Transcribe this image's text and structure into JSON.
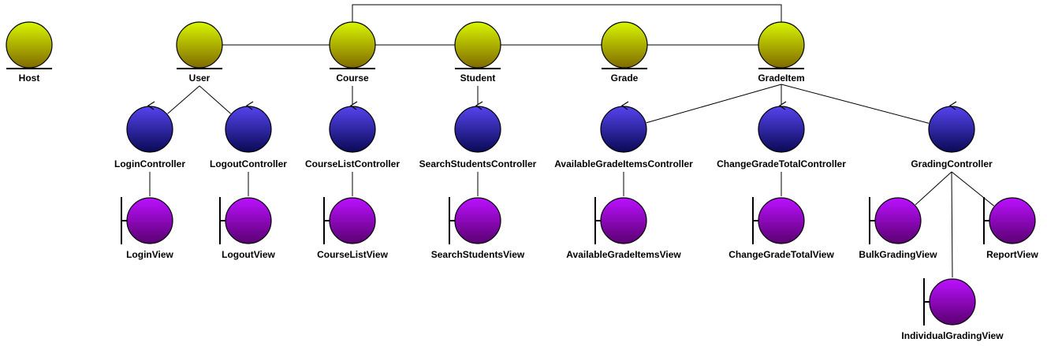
{
  "colors": {
    "entity_top": "#d8f500",
    "entity_bottom": "#806a00",
    "control_top": "#5544ee",
    "control_bottom": "#0a0a55",
    "boundary_top": "#bb10ff",
    "boundary_bottom": "#5a0070"
  },
  "nodes": [
    {
      "id": "host",
      "type": "entity",
      "label": "Host"
    },
    {
      "id": "user",
      "type": "entity",
      "label": "User"
    },
    {
      "id": "course",
      "type": "entity",
      "label": "Course"
    },
    {
      "id": "student",
      "type": "entity",
      "label": "Student"
    },
    {
      "id": "grade",
      "type": "entity",
      "label": "Grade"
    },
    {
      "id": "gradeitem",
      "type": "entity",
      "label": "GradeItem"
    },
    {
      "id": "login-controller",
      "type": "control",
      "label": "LoginController"
    },
    {
      "id": "logout-controller",
      "type": "control",
      "label": "LogoutController"
    },
    {
      "id": "course-list-controller",
      "type": "control",
      "label": "CourseListController"
    },
    {
      "id": "search-students-controller",
      "type": "control",
      "label": "SearchStudentsController"
    },
    {
      "id": "available-grade-items-controller",
      "type": "control",
      "label": "AvailableGradeItemsController"
    },
    {
      "id": "change-grade-total-controller",
      "type": "control",
      "label": "ChangeGradeTotalController"
    },
    {
      "id": "grading-controller",
      "type": "control",
      "label": "GradingController"
    },
    {
      "id": "login-view",
      "type": "boundary",
      "label": "LoginView"
    },
    {
      "id": "logout-view",
      "type": "boundary",
      "label": "LogoutView"
    },
    {
      "id": "course-list-view",
      "type": "boundary",
      "label": "CourseListView"
    },
    {
      "id": "search-students-view",
      "type": "boundary",
      "label": "SearchStudentsView"
    },
    {
      "id": "available-grade-items-view",
      "type": "boundary",
      "label": "AvailableGradeItemsView"
    },
    {
      "id": "change-grade-total-view",
      "type": "boundary",
      "label": "ChangeGradeTotalView"
    },
    {
      "id": "bulk-grading-view",
      "type": "boundary",
      "label": "BulkGradingView"
    },
    {
      "id": "report-view",
      "type": "boundary",
      "label": "ReportView"
    },
    {
      "id": "individual-grading-view",
      "type": "boundary",
      "label": "IndividualGradingView"
    }
  ],
  "edges": [
    [
      "user",
      "course"
    ],
    [
      "course",
      "student"
    ],
    [
      "student",
      "grade"
    ],
    [
      "grade",
      "gradeitem"
    ],
    [
      "course",
      "gradeitem"
    ],
    [
      "user",
      "login-controller"
    ],
    [
      "user",
      "logout-controller"
    ],
    [
      "course",
      "course-list-controller"
    ],
    [
      "student",
      "search-students-controller"
    ],
    [
      "gradeitem",
      "available-grade-items-controller"
    ],
    [
      "gradeitem",
      "change-grade-total-controller"
    ],
    [
      "gradeitem",
      "grading-controller"
    ],
    [
      "login-controller",
      "login-view"
    ],
    [
      "logout-controller",
      "logout-view"
    ],
    [
      "course-list-controller",
      "course-list-view"
    ],
    [
      "search-students-controller",
      "search-students-view"
    ],
    [
      "available-grade-items-controller",
      "available-grade-items-view"
    ],
    [
      "change-grade-total-controller",
      "change-grade-total-view"
    ],
    [
      "grading-controller",
      "bulk-grading-view"
    ],
    [
      "grading-controller",
      "report-view"
    ],
    [
      "grading-controller",
      "individual-grading-view"
    ]
  ]
}
